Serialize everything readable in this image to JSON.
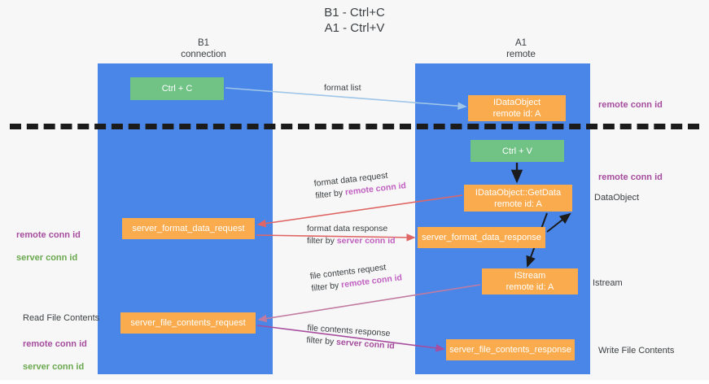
{
  "title": "B1 - Ctrl+C\nA1 - Ctrl+V",
  "columns": {
    "left": "B1\nconnection",
    "right": "A1\nremote"
  },
  "colors": {
    "lane": "#4a86e8",
    "node_green": "#71c285",
    "node_orange": "#f9ab4e",
    "accent_purple": "#a64d9e",
    "accent_green": "#6aa84f",
    "arrow_blue": "#9fc5e8",
    "arrow_red": "#e06666",
    "arrow_magenta": "#c27ba0",
    "arrow_purple": "#a64d9e",
    "arrow_black": "#1b1b1b",
    "divider": "#1b1b1b",
    "background": "#f7f7f7"
  },
  "nodes": {
    "ctrl_c": "Ctrl + C",
    "idataobject": "IDataObject\nremote id: A",
    "ctrl_v": "Ctrl + V",
    "getdata": "IDataObject::GetData\nremote id: A",
    "server_format_data_request": "server_format_data_request",
    "server_format_data_response": "server_format_data_response",
    "istream": "IStream\nremote id: A",
    "server_file_contents_request": "server_file_contents_request",
    "server_file_contents_response": "server_file_contents_response"
  },
  "annotations": {
    "remote_conn_id_top": "remote conn id",
    "remote_conn_id_mid": "remote conn id",
    "dataobject": "DataObject",
    "istream": "Istream",
    "write_file_contents": "Write File Contents",
    "read_file_contents": "Read File Contents",
    "remote_conn_id": "remote conn id",
    "server_conn_id": "server conn id"
  },
  "edges": {
    "format_list": "format list",
    "format_data_request": "format data request",
    "format_data_request_filter_prefix": "filter by ",
    "format_data_request_filter_key": "remote conn id",
    "format_data_response": "format data response",
    "format_data_response_filter_prefix": "filter by ",
    "format_data_response_filter_key": "server conn id",
    "file_contents_request": "file contents request",
    "file_contents_request_filter_prefix": "filter by ",
    "file_contents_request_filter_key": "remote conn id",
    "file_contents_response": "file contents response",
    "file_contents_response_filter_prefix": "filter by ",
    "file_contents_response_filter_key": "server conn id"
  }
}
